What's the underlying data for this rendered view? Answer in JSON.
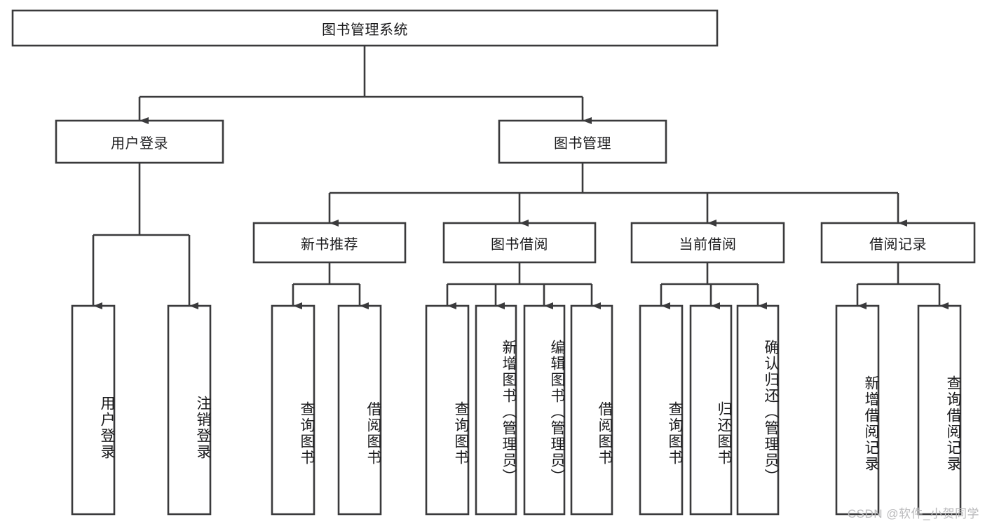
{
  "diagram": {
    "type": "tree-hierarchy",
    "orientation": "top-down",
    "style": {
      "box_fill": "#ffffff",
      "box_stroke": "#3a3a3c",
      "text_color": "#1c1c1e",
      "background": "#ffffff",
      "watermark_color": "#b9b9bb"
    },
    "root": {
      "label": "图书管理系统"
    },
    "level2": [
      {
        "label": "用户登录"
      },
      {
        "label": "图书管理"
      }
    ],
    "level3": [
      {
        "label": "新书推荐"
      },
      {
        "label": "图书借阅"
      },
      {
        "label": "当前借阅"
      },
      {
        "label": "借阅记录"
      }
    ],
    "leaves": {
      "user_login": [
        {
          "label": "用户登录"
        },
        {
          "label": "注销登录"
        }
      ],
      "new_book_recommend": [
        {
          "label": "查询图书"
        },
        {
          "label": "借阅图书"
        }
      ],
      "book_borrow": [
        {
          "label": "查询图书"
        },
        {
          "label": "新增图书（管理员）"
        },
        {
          "label": "编辑图书（管理员）"
        },
        {
          "label": "借阅图书"
        }
      ],
      "current_borrow": [
        {
          "label": "查询图书"
        },
        {
          "label": "归还图书"
        },
        {
          "label": "确认归还（管理员）"
        }
      ],
      "borrow_records": [
        {
          "label": "新增借阅记录"
        },
        {
          "label": "查询借阅记录"
        }
      ]
    }
  },
  "watermark": {
    "text": "CSDN @软件_小贺同学"
  }
}
